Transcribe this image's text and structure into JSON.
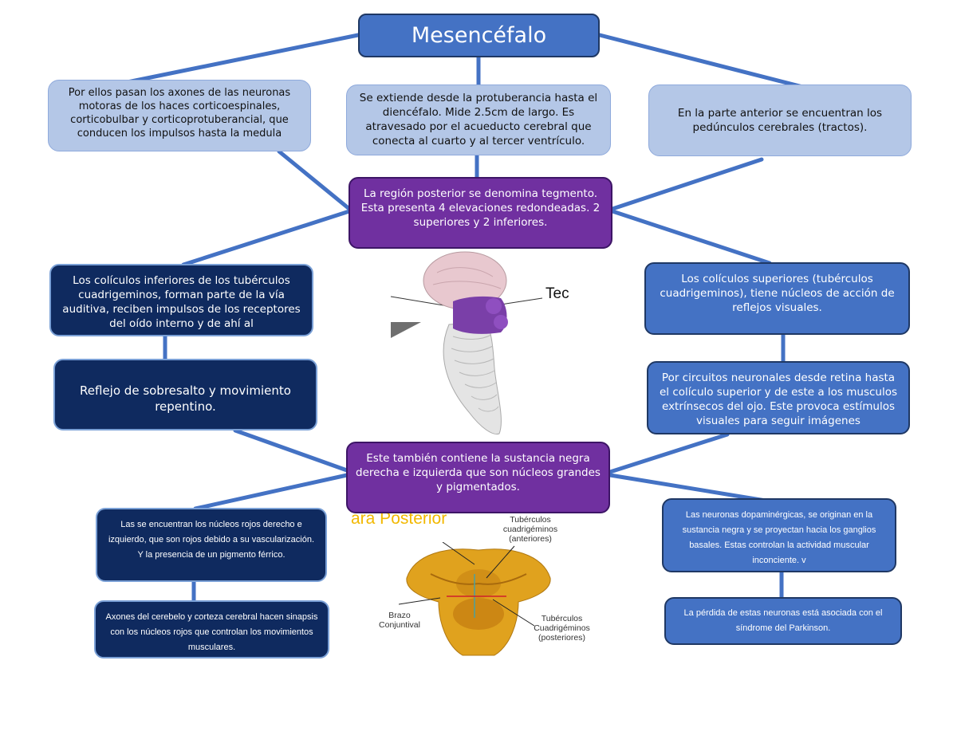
{
  "title": "Mesencéfalo",
  "nodes": {
    "top_left": "Por ellos pasan los axones de las neuronas motoras de los haces corticoespinales, corticobulbar y corticoprotuberancial, que conducen los impulsos hasta la medula",
    "top_center": "Se extiende desde la protuberancia hasta el diencéfalo. Mide 2.5cm de largo. Es atravesado por el acueducto cerebral que conecta al cuarto y al tercer ventrículo.",
    "top_right": "En la parte anterior se encuentran los pedúnculos cerebrales (tractos).",
    "tegmento": "La región posterior se denomina tegmento. Esta presenta 4 elevaciones redondeadas. 2 superiores y 2 inferiores.",
    "coliculos_inferiores": "Los colículos inferiores de los tubérculos cuadrigeminos, forman parte de la vía auditiva, reciben impulsos de los receptores del oído interno y de ahí al",
    "reflejo": "Reflejo de sobresalto y movimiento repentino.",
    "coliculos_superiores": "Los colículos superiores (tubérculos cuadrigeminos), tiene núcleos de acción de reflejos visuales.",
    "circuitos": "Por circuitos neuronales desde retina hasta el colículo superior y de este a los musculos extrínsecos del ojo. Este provoca estímulos visuales para seguir imágenes",
    "sustancia_negra": "Este también contiene la sustancia negra derecha e izquierda que son núcleos grandes y pigmentados.",
    "nucleos_rojos": "Las se encuentran los núcleos rojos derecho e izquierdo, que son rojos debido a su vascularización. Y la presencia de un pigmento férrico.",
    "axones_cerebelo": "Axones del cerebelo y corteza cerebral hacen sinapsis con los núcleos rojos que controlan los movimientos musculares.",
    "dopaminergicas": "Las neuronas dopaminérgicas, se originan en la sustancia negra y se proyectan hacia los ganglios basales. Estas controlan la actividad muscular inconciente. v",
    "parkinson": "La pérdida de estas neuronas está asociada con el síndrome del Parkinson."
  },
  "images": {
    "brainstem_label": "Tec",
    "section_title": "ara Posterior",
    "label_anteriores": "Tubérculos\ncuadrigéminos\n(anteriores)",
    "label_brazo": "Brazo\nConjuntival",
    "label_posteriores": "Tubérculos\nCuadrigéminos\n(posteriores)"
  },
  "colors": {
    "title_blue": "#4472c4",
    "light_blue": "#b4c7e7",
    "purple": "#7030a0",
    "navy": "#0f2a5f",
    "connector": "#4472c4"
  }
}
